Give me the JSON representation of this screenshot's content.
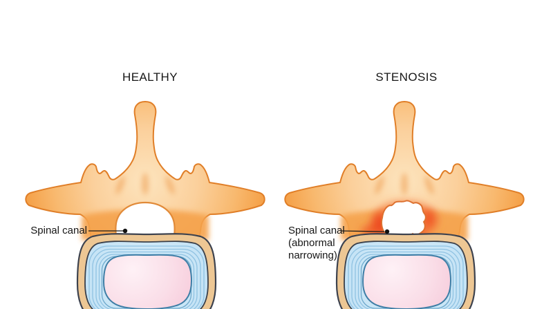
{
  "figures": [
    {
      "id": "healthy",
      "title": "HEALTHY",
      "canal_label_lines": [
        "Spinal canal"
      ]
    },
    {
      "id": "stenosis",
      "title": "STENOSIS",
      "canal_label_lines": [
        "Spinal canal",
        "(abnormal",
        "narrowing)"
      ]
    }
  ],
  "colors": {
    "background": "#ffffff",
    "bone_light": "#fde4be",
    "bone_mid": "#f8b96f",
    "bone_dark": "#f29a43",
    "bone_outline": "#e07e27",
    "canal_fill": "#ffffff",
    "canal_rim_healthy": "#e18a38",
    "canal_rim_stenosis": "#dd7130",
    "inflammation_red": "#ee4d22",
    "disc_ring_tan": "#edc794",
    "disc_outline_dark": "#3d424e",
    "annulus_blue": "#c5e4f6",
    "annulus_line_blue": "#8fc2e2",
    "nucleus_pink": "#f8d2df",
    "nucleus_outline": "#3e7ea6",
    "leader_line": "#1a1a1a",
    "label_text": "#161616"
  }
}
